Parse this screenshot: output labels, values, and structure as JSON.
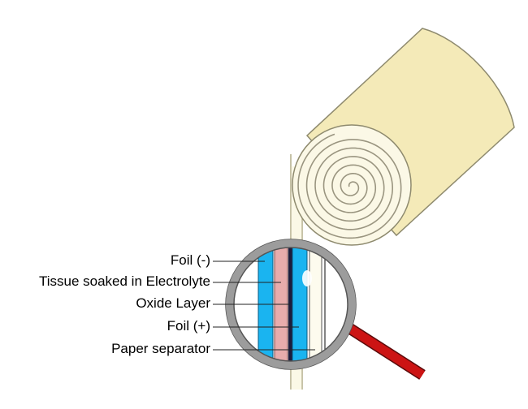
{
  "labels": {
    "foil_negative": "Foil (-)",
    "tissue": "Tissue soaked in Electrolyte",
    "oxide": "Oxide Layer",
    "foil_positive": "Foil (+)",
    "paper": "Paper separator"
  },
  "colors": {
    "cylinder_body": "#f4eab8",
    "roll_face": "#fbf8e6",
    "outline": "#8e8a6e",
    "magnifier_ring": "#9c9c9c",
    "foil": "#1ab4f0",
    "tissue": "#e8acac",
    "oxide": "#1c1c3c",
    "handle": "#cc1414"
  }
}
